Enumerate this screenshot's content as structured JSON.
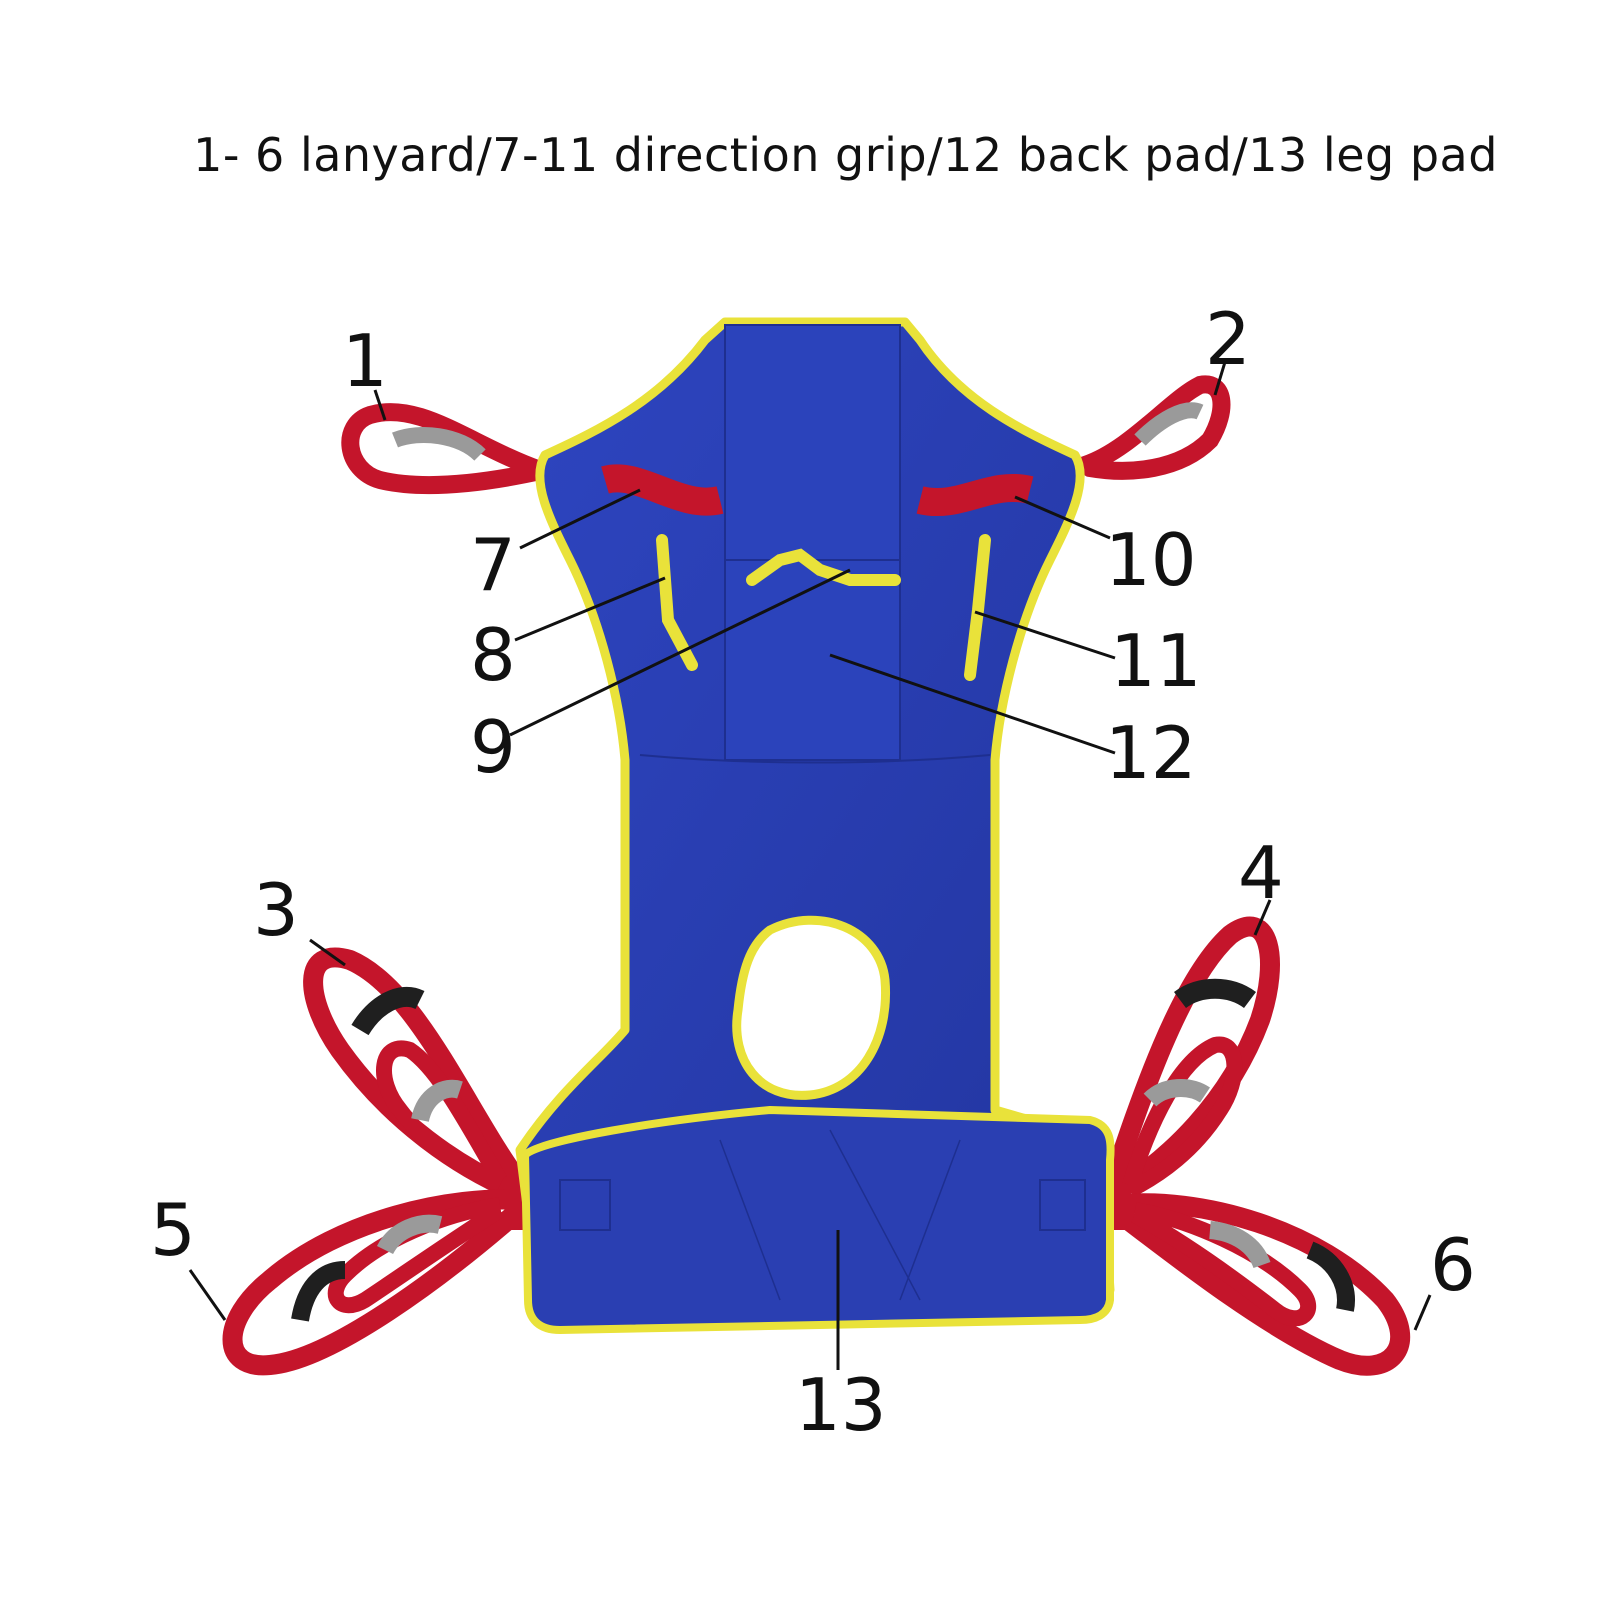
{
  "caption": "1- 6 lanyard/7-11 direction grip/12 back pad/13 leg pad",
  "labels": {
    "l1": "1",
    "l2": "2",
    "l3": "3",
    "l4": "4",
    "l5": "5",
    "l6": "6",
    "l7": "7",
    "l8": "8",
    "l9": "9",
    "l10": "10",
    "l11": "11",
    "l12": "12",
    "l13": "13"
  },
  "colors": {
    "body_blue": "#2a3fb2",
    "trim_yellow": "#e9e23a",
    "strap_red": "#c4152b",
    "grip_grey": "#9a9a9a",
    "grip_black": "#1f1f1f"
  }
}
